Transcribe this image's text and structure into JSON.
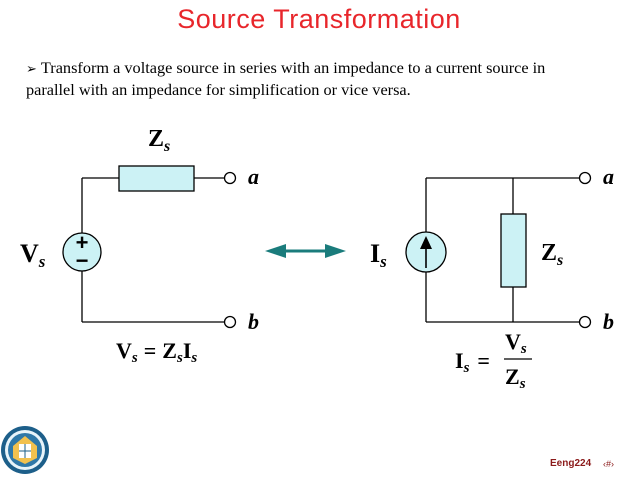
{
  "slide": {
    "title": "Source Transformation",
    "bullet_marker": "➢",
    "bullet_line1": "Transform a voltage source in series with an impedance to a current source in",
    "bullet_line2": "parallel with an impedance for simplification or vice versa.",
    "footer": "Eeng224",
    "page_mark": "‹#›"
  },
  "left_circuit": {
    "impedance_label": "Z",
    "impedance_sub": "s",
    "source_label": "V",
    "source_sub": "s",
    "plus_sign": "+",
    "minus_sign": "−",
    "terminal_a": "a",
    "terminal_b": "b",
    "eq_lhs": "V",
    "eq_lhs_sub": "s",
    "eq_equals": "=",
    "eq_z": "Z",
    "eq_z_sub": "s",
    "eq_i": "I",
    "eq_i_sub": "s"
  },
  "right_circuit": {
    "source_label": "I",
    "source_sub": "s",
    "impedance_label": "Z",
    "impedance_sub": "s",
    "terminal_a": "a",
    "terminal_b": "b",
    "eq_lhs": "I",
    "eq_lhs_sub": "s",
    "eq_equals": "=",
    "eq_num": "V",
    "eq_num_sub": "s",
    "eq_den": "Z",
    "eq_den_sub": "s"
  },
  "colors": {
    "title": "#e8262b",
    "resistor_fill": "#ccf2f5",
    "arrow": "#1a7c7c",
    "footer": "#8b1a1a"
  }
}
